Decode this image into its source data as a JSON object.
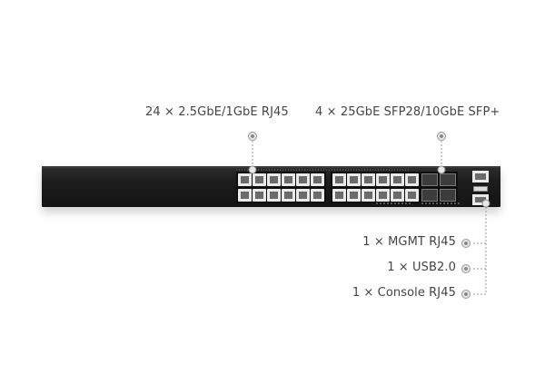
{
  "callouts": {
    "rj45_ports": "24 × 2.5GbE/1GbE RJ45",
    "sfp_ports": "4 × 25GbE  SFP28/10GbE  SFP+",
    "mgmt_port": "1 × MGMT RJ45",
    "usb_port": "1 × USB2.0",
    "console_port": "1 × Console RJ45"
  },
  "colors": {
    "chassis": "#1c1c1c",
    "port": "#e9e9e9",
    "callout_line": "#9a9a9a",
    "text": "#444444"
  }
}
